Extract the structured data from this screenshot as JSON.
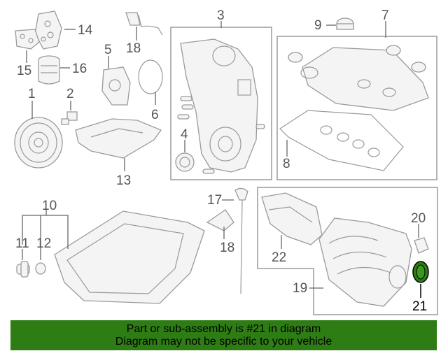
{
  "callouts": {
    "c1": "1",
    "c2": "2",
    "c3": "3",
    "c4": "4",
    "c5": "5",
    "c6": "6",
    "c7": "7",
    "c8": "8",
    "c9": "9",
    "c10": "10",
    "c11": "11",
    "c12": "12",
    "c13": "13",
    "c14": "14",
    "c15": "15",
    "c16": "16",
    "c17": "17",
    "c18a": "18",
    "c18b": "18",
    "c19": "19",
    "c20": "20",
    "c21": "21",
    "c22": "22"
  },
  "highlighted_part": "21",
  "colors": {
    "banner_bg": "#2e7d14",
    "highlight_fill": "#2e7d14"
  },
  "banner": {
    "line1": "Part or sub-assembly is #21 in diagram",
    "line2": "Diagram may not be specific to your vehicle"
  }
}
